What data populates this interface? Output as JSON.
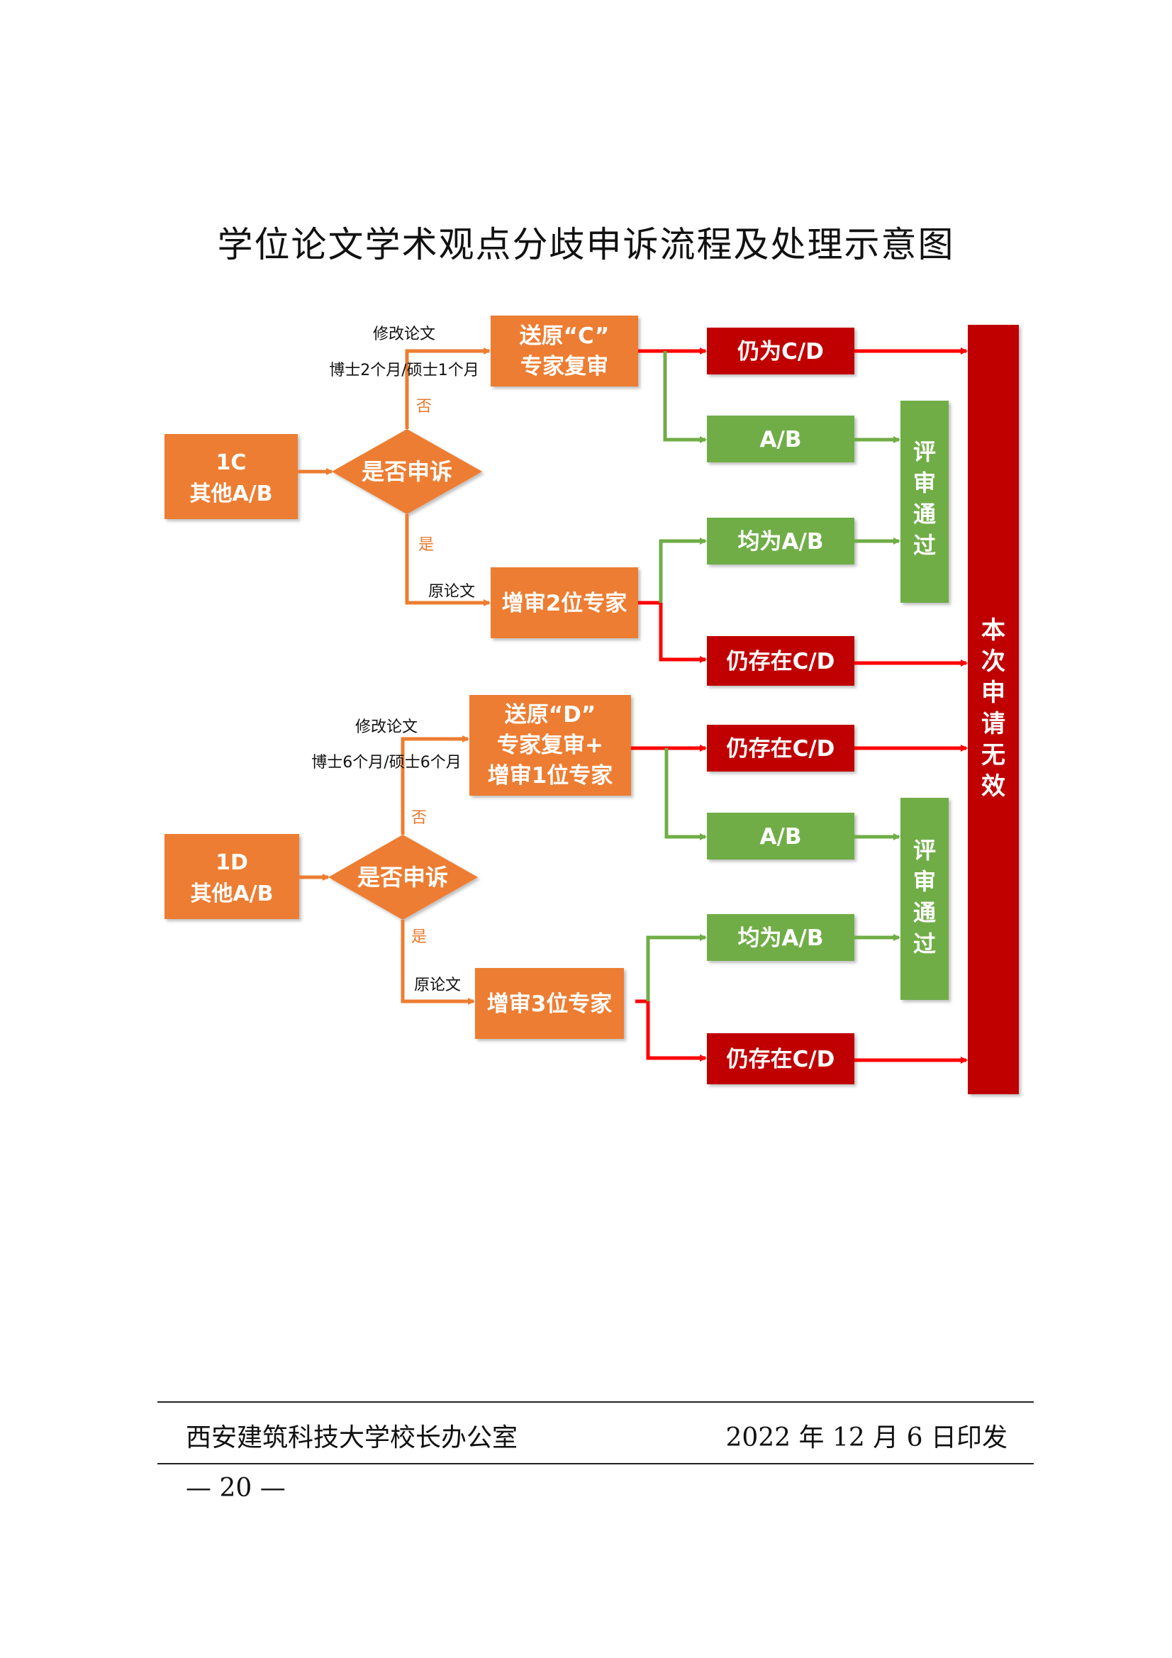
{
  "title": "学位论文学术观点分歧申诉流程及处理示意图",
  "colors": {
    "orange": "#ed7d31",
    "green": "#70ad47",
    "red": "#c00000",
    "arrow_red": "#ff0000"
  },
  "top": {
    "start_line1": "1C",
    "start_line2": "其他A/B",
    "decision": "是否申诉",
    "no_label": "否",
    "yes_label": "是",
    "no_note1": "修改论文",
    "no_note2": "博士2个月/硕士1个月",
    "yes_note": "原论文",
    "no_box_line1": "送原“C”",
    "no_box_line2": "专家复审",
    "yes_box": "增审2位专家",
    "out_red1": "仍为C/D",
    "out_green1": "A/B",
    "out_green2": "均为A/B",
    "out_red2": "仍存在C/D",
    "pass_chars": [
      "评",
      "审",
      "通",
      "过"
    ]
  },
  "bottom": {
    "start_line1": "1D",
    "start_line2": "其他A/B",
    "decision": "是否申诉",
    "no_label": "否",
    "yes_label": "是",
    "no_note1": "修改论文",
    "no_note2": "博士6个月/硕士6个月",
    "yes_note": "原论文",
    "no_box_line1": "送原“D”",
    "no_box_line2": "专家复审+",
    "no_box_line3": "增审1位专家",
    "yes_box": "增审3位专家",
    "out_red1": "仍存在C/D",
    "out_green1": "A/B",
    "out_green2": "均为A/B",
    "out_red2": "仍存在C/D",
    "pass_chars": [
      "评",
      "审",
      "通",
      "过"
    ]
  },
  "invalid_chars": [
    "本",
    "次",
    "申",
    "请",
    "无",
    "效"
  ],
  "footer": {
    "issuer": "西安建筑科技大学校长办公室",
    "date": "2022 年 12 月 6 日印发",
    "page_number": "— 20 —"
  }
}
